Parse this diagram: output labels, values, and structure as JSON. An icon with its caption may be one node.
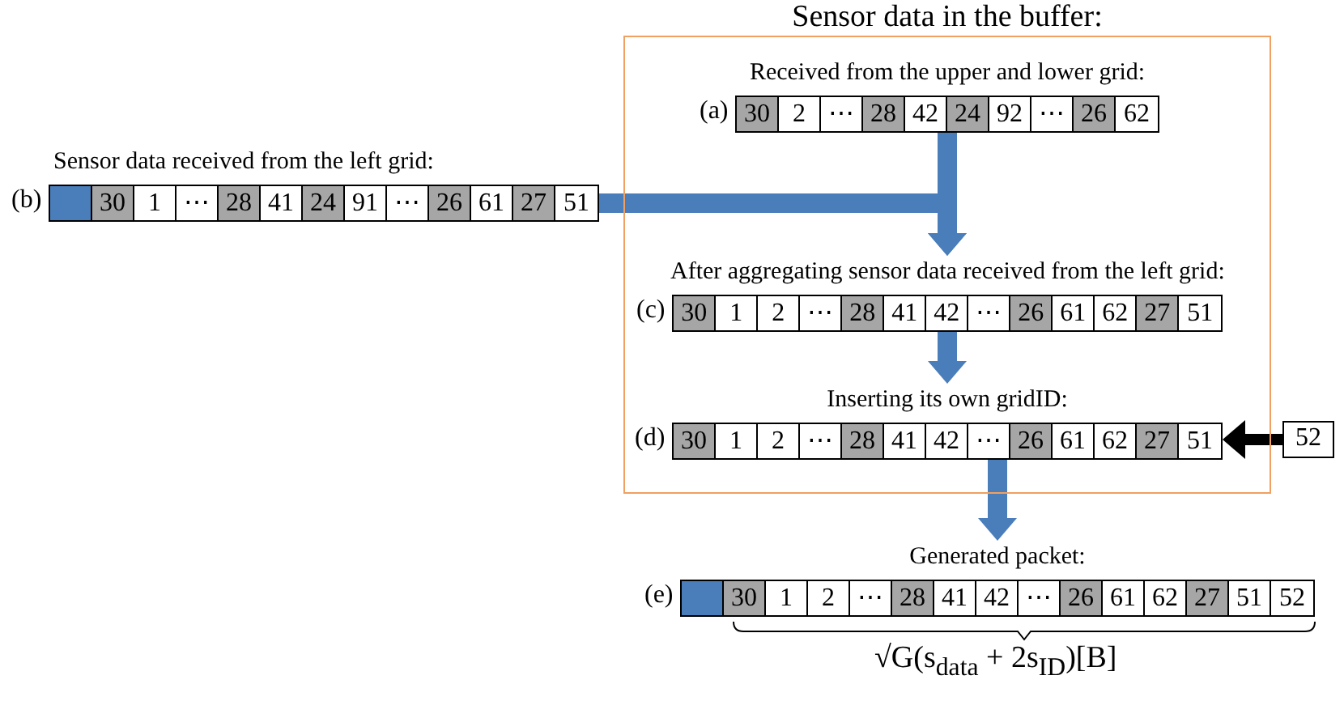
{
  "diagram": {
    "nodes": [
      {
        "text": [
          "Sensor data in the buffer:"
        ]
      },
      {
        "text": [
          "Received from the upper and lower grid:",
          "30",
          "2",
          "⋯",
          "28",
          "42",
          "24",
          "92",
          "⋯",
          "26",
          "62"
        ],
        "beside": [
          "(a)"
        ],
        "in": 0
      },
      {
        "text": [
          "Sensor data received from the left grid:",
          "30",
          "1",
          "⋯",
          "28",
          "41",
          "24",
          "91",
          "⋯",
          "26",
          "61",
          "27",
          "51"
        ],
        "beside": [
          "(b)"
        ]
      },
      {
        "text": [
          "After aggregating sensor data received from the left grid:",
          "30",
          "1",
          "2",
          "⋯",
          "28",
          "41",
          "42",
          "⋯",
          "26",
          "61",
          "62",
          "27",
          "51"
        ],
        "beside": [
          "(c)"
        ],
        "in": 0
      },
      {
        "text": [
          "Inserting its own gridID:",
          "30",
          "1",
          "2",
          "⋯",
          "28",
          "41",
          "42",
          "⋯",
          "26",
          "61",
          "62",
          "27",
          "51"
        ],
        "beside": [
          "(d)"
        ],
        "in": 0
      },
      {
        "text": [
          "52"
        ]
      },
      {
        "text": [
          "Generated packet:",
          "30",
          "1",
          "2",
          "⋯",
          "28",
          "41",
          "42",
          "⋯",
          "26",
          "61",
          "62",
          "27",
          "51",
          "52"
        ],
        "beside": [
          "(e)"
        ]
      }
    ],
    "edges": [
      {
        "from": 1,
        "to": 3,
        "arrow": "to"
      },
      {
        "from": 2,
        "to": 3,
        "arrow": "to"
      },
      {
        "from": 3,
        "to": 4,
        "arrow": "to"
      },
      {
        "from": 5,
        "to": 4,
        "arrow": "to",
        "color": "#000000"
      },
      {
        "from": 4,
        "to": 6,
        "arrow": "to"
      }
    ],
    "labels": [
      "√G(s$_{data}$ + 2s$_{ID}$)[B]"
    ]
  }
}
